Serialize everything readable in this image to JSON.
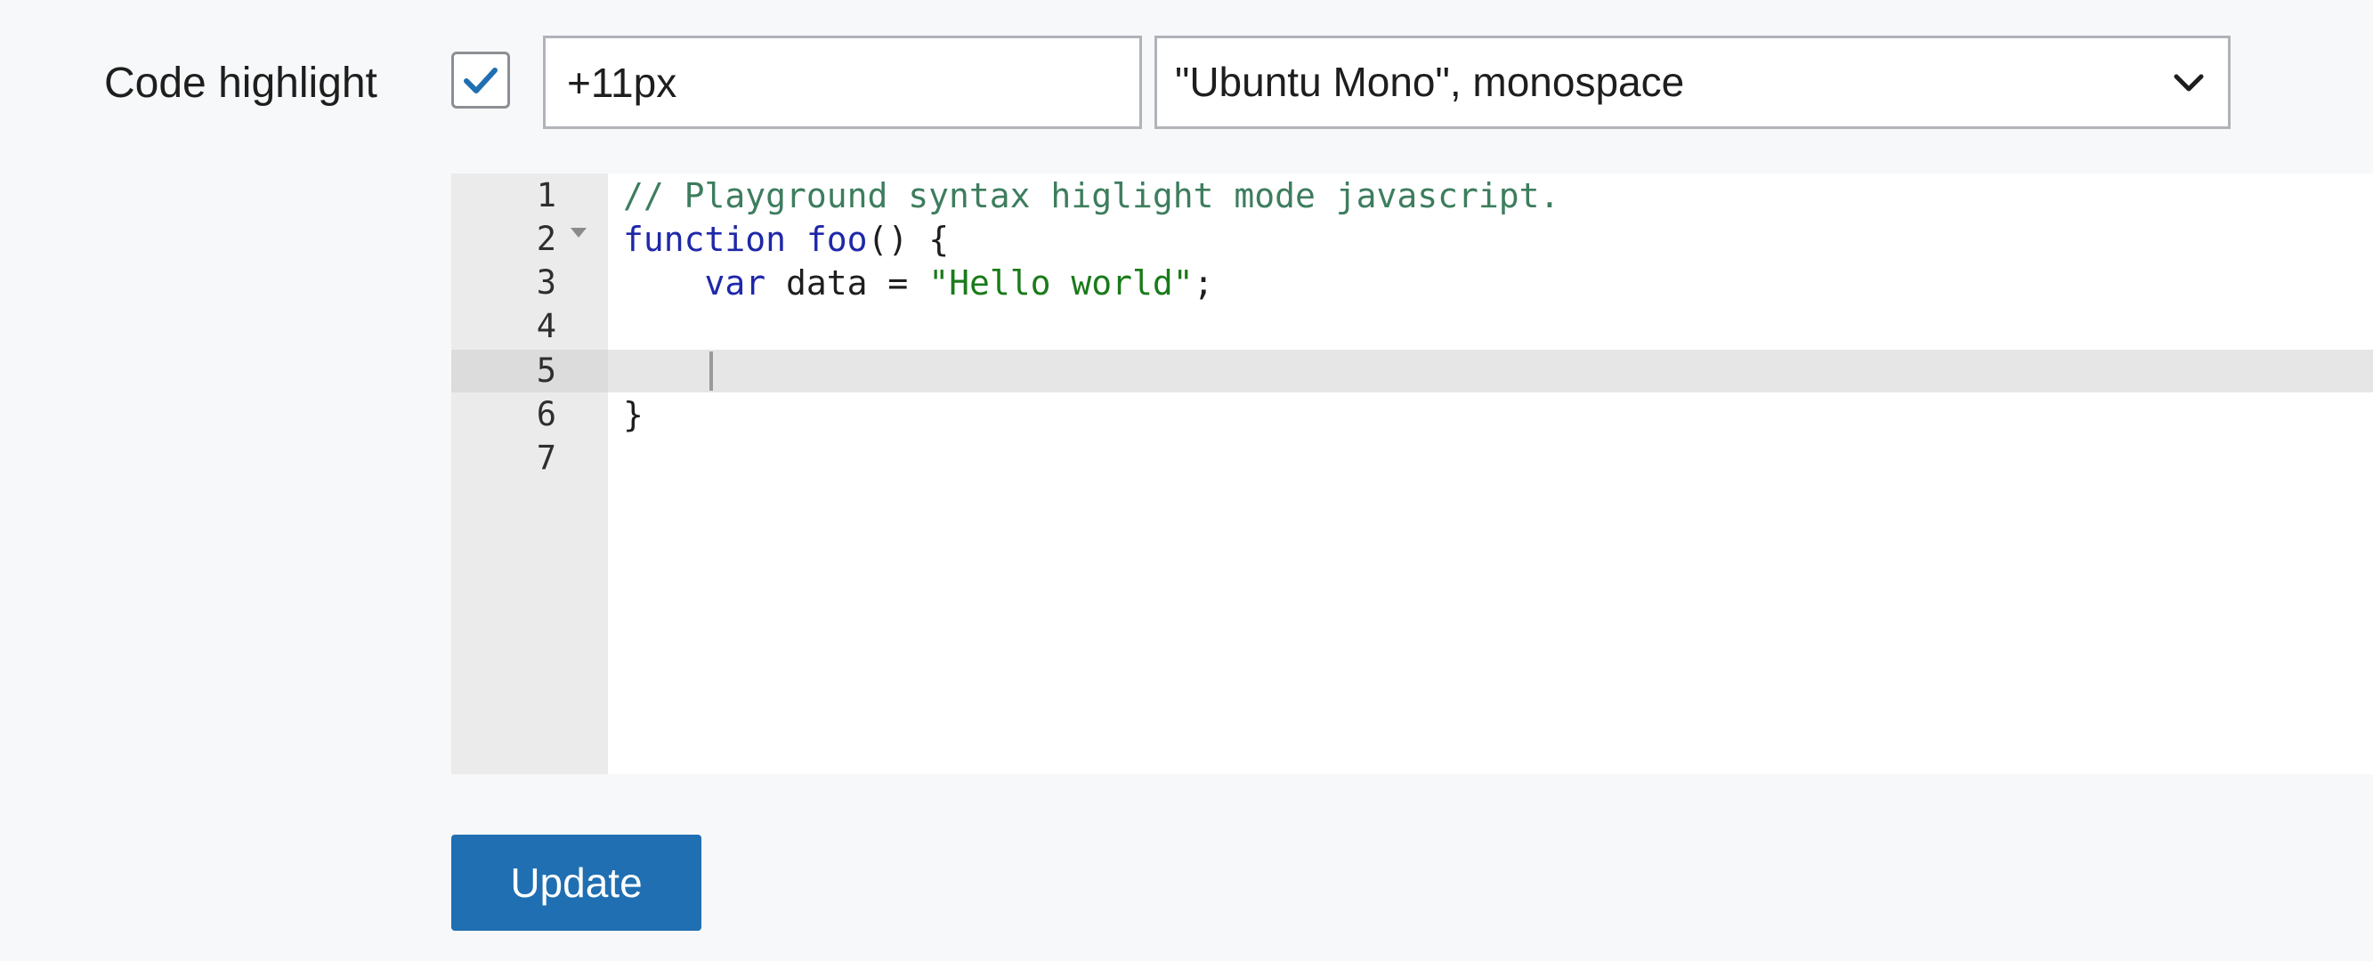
{
  "settings": {
    "label": "Code highlight",
    "enabled": true,
    "font_size_value": "+11px",
    "font_family_value": "\"Ubuntu Mono\", monospace"
  },
  "editor": {
    "line_numbers": [
      "1",
      "2",
      "3",
      "4",
      "5",
      "6",
      "7"
    ],
    "active_line": 5,
    "lines": [
      {
        "parts": [
          {
            "type": "comment",
            "text": "// Playground syntax higlight mode javascript."
          }
        ]
      },
      {
        "parts": [
          {
            "type": "keyword",
            "text": "function"
          },
          {
            "type": "plain",
            "text": " "
          },
          {
            "type": "fn",
            "text": "foo"
          },
          {
            "type": "plain",
            "text": "() {"
          }
        ]
      },
      {
        "parts": [
          {
            "type": "plain",
            "text": "    "
          },
          {
            "type": "keyword",
            "text": "var"
          },
          {
            "type": "plain",
            "text": " data = "
          },
          {
            "type": "string",
            "text": "\"Hello world\""
          },
          {
            "type": "plain",
            "text": ";"
          }
        ]
      },
      {
        "parts": []
      },
      {
        "parts": []
      },
      {
        "parts": [
          {
            "type": "plain",
            "text": "}"
          }
        ]
      },
      {
        "parts": []
      }
    ],
    "icons": {
      "fold": "fold-arrow-icon"
    }
  },
  "actions": {
    "update_label": "Update"
  },
  "colors": {
    "accent": "#1f6fb2",
    "check": "#1f6fb2"
  }
}
